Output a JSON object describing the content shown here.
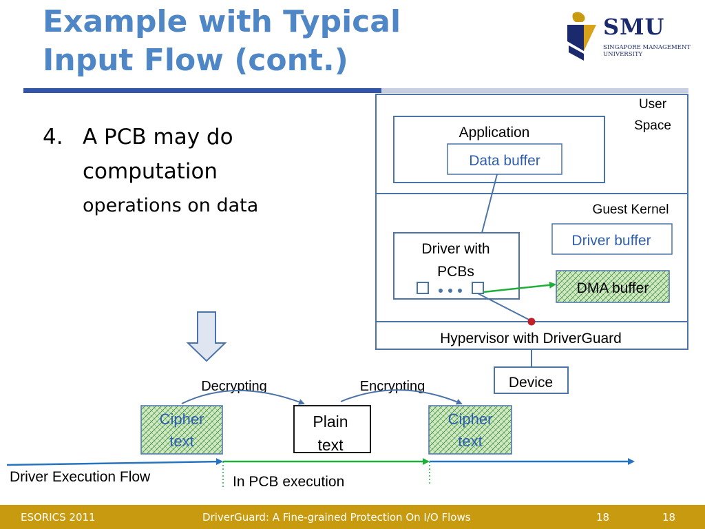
{
  "slide": {
    "title_line1": "Example with Typical",
    "title_line2": "Input Flow (cont.)",
    "bullet_number": "4.",
    "bullet_line1": "A PCB may do",
    "bullet_line2": "computation",
    "bullet_line3": "operations on data"
  },
  "logo": {
    "name": "SMU",
    "sub_line1": "SINGAPORE MANAGEMENT",
    "sub_line2": "UNIVERSITY",
    "icon": "lion-crest-icon"
  },
  "diagram": {
    "user_space_line1": "User",
    "user_space_line2": "Space",
    "application": "Application",
    "data_buffer": "Data buffer",
    "guest_kernel": "Guest Kernel",
    "driver_buffer": "Driver buffer",
    "driver_line1": "Driver with",
    "driver_line2": "PCBs",
    "dma_buffer": "DMA buffer",
    "hypervisor": "Hypervisor with DriverGuard",
    "device": "Device",
    "decrypting": "Decrypting",
    "encrypting": "Encrypting",
    "cipher1_line1": "Cipher",
    "cipher1_line2": "text",
    "plain_line1": "Plain",
    "plain_line2": "text",
    "cipher2_line1": "Cipher",
    "cipher2_line2": "text",
    "driver_flow": "Driver Execution Flow",
    "pcb_execution": "In PCB execution",
    "colors": {
      "box_border": "#4a73a8",
      "label_blue": "#2e5fae",
      "hatch_fill": "#cfe9c4",
      "hatch_line": "#3c8a2f",
      "green_arrow": "#1fae3a",
      "blue_arrow": "#2673c0",
      "red_dot": "#c0202a",
      "arrow_fill": "#dfe6f2"
    }
  },
  "footer": {
    "conference": "ESORICS 2011",
    "paper": "DriverGuard: A Fine-grained Protection On I/O Flows",
    "page_a": "18",
    "page_b": "18"
  }
}
